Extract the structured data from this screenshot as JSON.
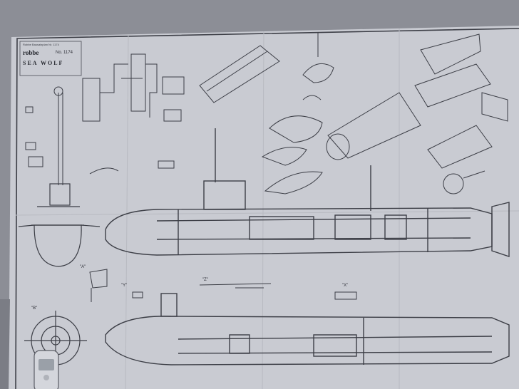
{
  "photo": {
    "subject": "model submarine construction plan sheet",
    "colors": {
      "paper": "#c9cbd2",
      "ink": "#3c3e46",
      "wall": "#8c8e96"
    }
  },
  "title_block": {
    "caption": "Robbe Bausatzplan Nr. 1174",
    "brand": "robbe",
    "number": "No. 1174",
    "model": "SEA WOLF"
  },
  "section_labels": {
    "a": "\"A\"",
    "y": "\"Y\"",
    "z": "\"Z\"",
    "x": "\"X\"",
    "b": "\"B\""
  }
}
